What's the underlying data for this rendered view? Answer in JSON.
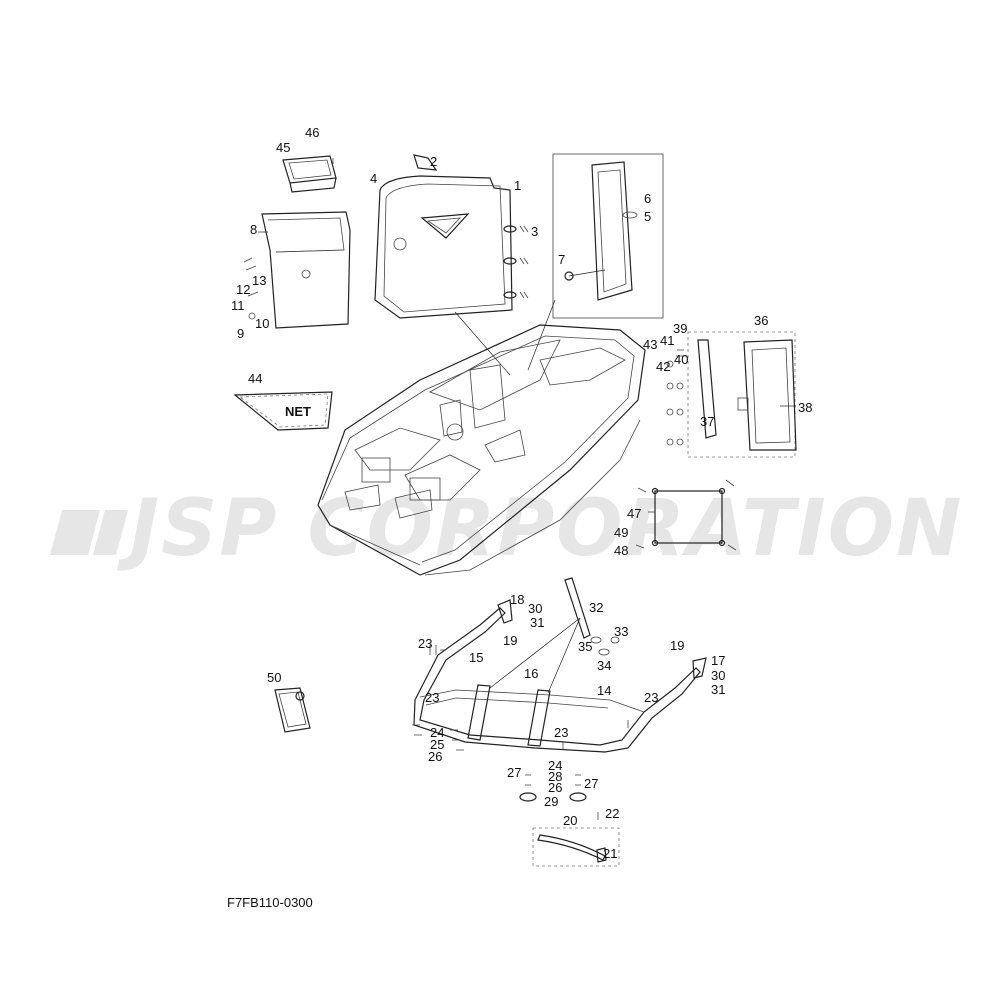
{
  "watermark": "JSP CORPORATION",
  "figure_code": "F7FB110-0300",
  "net_label": "NET",
  "callouts": {
    "c1": "1",
    "c2": "2",
    "c3": "3",
    "c4": "4",
    "c5": "5",
    "c6": "6",
    "c7": "7",
    "c8": "8",
    "c9": "9",
    "c10": "10",
    "c11": "11",
    "c12": "12",
    "c13": "13",
    "c14": "14",
    "c15": "15",
    "c16": "16",
    "c17": "17",
    "c18": "18",
    "c19": "19",
    "c20": "20",
    "c21": "21",
    "c22": "22",
    "c23": "23",
    "c24": "24",
    "c25": "25",
    "c26": "26",
    "c27": "27",
    "c28": "28",
    "c29": "29",
    "c30": "30",
    "c31": "31",
    "c32": "32",
    "c33": "33",
    "c34": "34",
    "c35": "35",
    "c36": "36",
    "c37": "37",
    "c38": "38",
    "c39": "39",
    "c40": "40",
    "c41": "41",
    "c42": "42",
    "c43": "43",
    "c44": "44",
    "c45": "45",
    "c46": "46",
    "c47": "47",
    "c48": "48",
    "c49": "49",
    "c50": "50"
  }
}
